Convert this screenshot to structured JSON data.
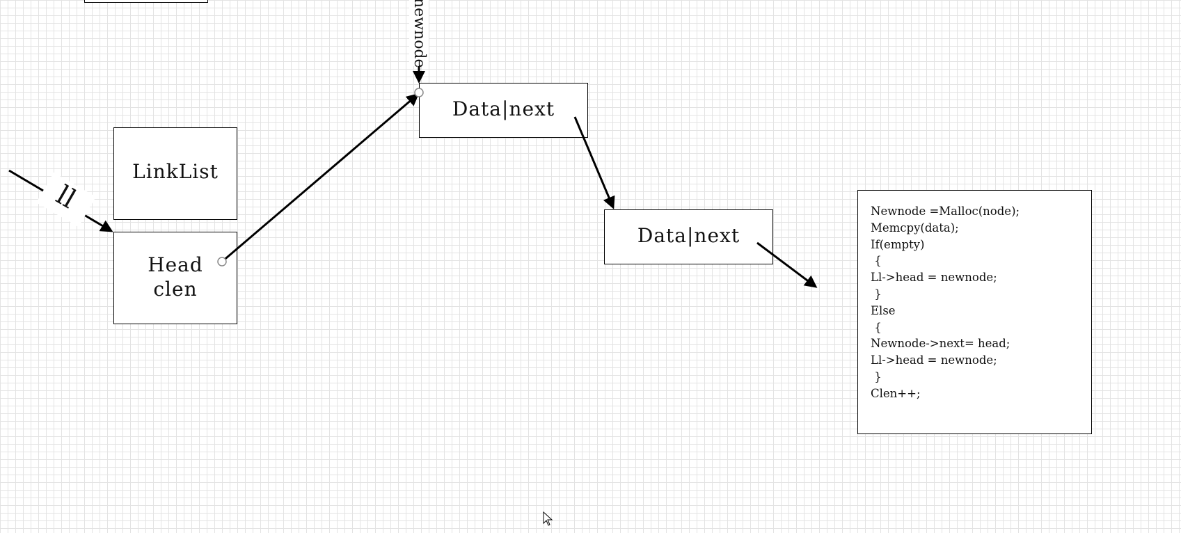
{
  "diagram": {
    "nodes": {
      "linklist": {
        "label": "LinkList"
      },
      "head": {
        "line1": "Head",
        "line2": "clen"
      },
      "node1": {
        "label": "Data|next"
      },
      "node2": {
        "label": "Data|next"
      },
      "code": {
        "lines": [
          "Newnode =Malloc(node);",
          "Memcpy(data);",
          "If(empty)",
          " {",
          "Ll->head = newnode;",
          " }",
          "Else",
          " {",
          "Newnode->next= head;",
          "Ll->head = newnode;",
          " }",
          "Clen++;"
        ]
      }
    },
    "edge_labels": {
      "ll": "ll",
      "newnode": "newnode"
    }
  }
}
